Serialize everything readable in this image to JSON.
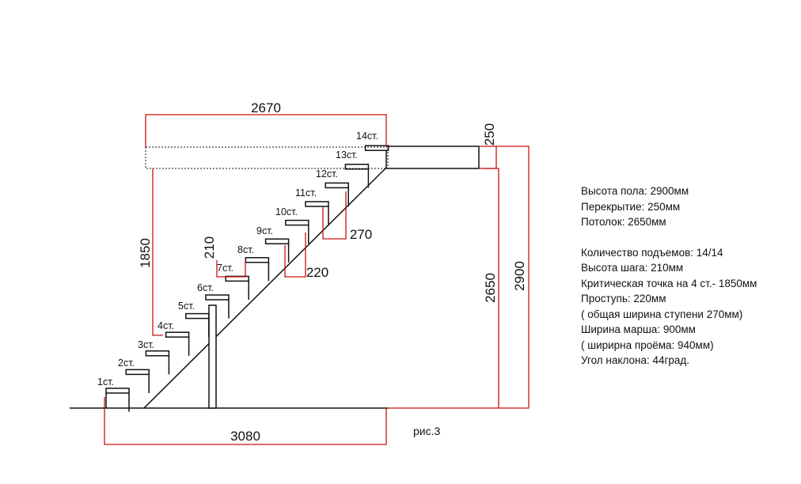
{
  "dimensions": {
    "top_width": "2670",
    "bottom_width": "3080",
    "critical_height": "1850",
    "step_height": "210",
    "tread_220": "220",
    "tread_270": "270",
    "slab": "250",
    "ceiling": "2650",
    "floor": "2900"
  },
  "steps": [
    "1ст.",
    "2ст.",
    "3ст.",
    "4ст.",
    "5ст.",
    "6ст.",
    "7ст.",
    "8ст.",
    "9ст.",
    "10ст.",
    "11ст.",
    "12ст.",
    "13ст.",
    "14ст."
  ],
  "info": {
    "floor_height": "Высота пола: 2900мм",
    "slab": "Перекрытие: 250мм",
    "ceiling": "Потолок: 2650мм",
    "rises": "Количество подъемов: 14/14",
    "step_height": "Высота шага: 210мм",
    "critical_point": "Критическая точка на 4 ст.- 1850мм",
    "tread": "Проступь: 220мм",
    "tread_full": "( общая ширина ступени 270мм)",
    "flight_width": "Ширина марша: 900мм",
    "opening_width": "( ширирна проёма: 940мм)",
    "angle": "Угол наклона: 44град."
  },
  "caption": "рис.3",
  "colors": {
    "line": "#111111",
    "dimension": "#cc1111"
  }
}
